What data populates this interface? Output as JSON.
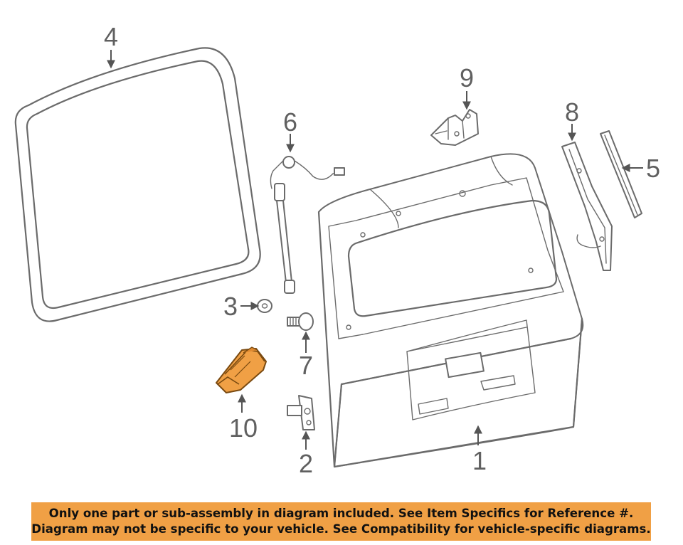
{
  "callouts": [
    "1",
    "2",
    "3",
    "4",
    "5",
    "6",
    "7",
    "8",
    "9",
    "10"
  ],
  "highlighted_part": "10",
  "colors": {
    "highlight": "#f0a045",
    "line": "#6b6b6b",
    "banner": "#f0a045"
  },
  "notice": {
    "line1": "Only one part or sub-assembly in diagram included. See Item Specifics for Reference #.",
    "line2": "Diagram may not be specific to your vehicle. See Compatibility for vehicle-specific diagrams."
  }
}
